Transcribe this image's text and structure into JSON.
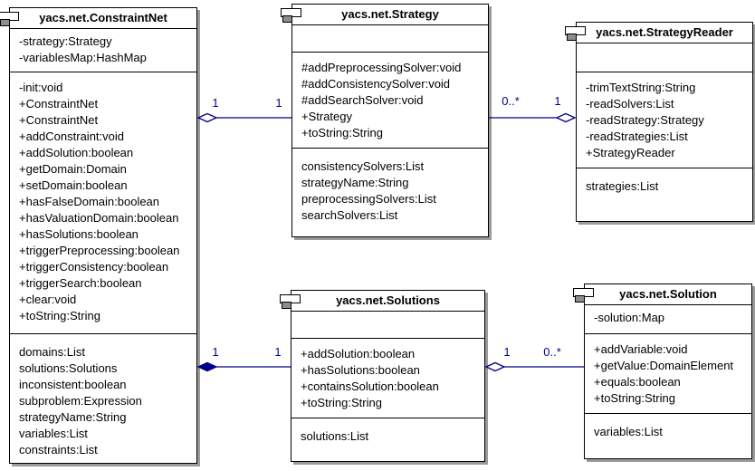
{
  "diagram": {
    "background": "#ffffff",
    "line_color": "#00008b",
    "shadow_color": "#9b9b9b",
    "classes": [
      {
        "title": "yacs.net.ConstraintNet",
        "attributes": [
          "-strategy:Strategy",
          "-variablesMap:HashMap"
        ],
        "methods": [
          "-init:void",
          "+ConstraintNet",
          "+ConstraintNet",
          "+addConstraint:void",
          "+addSolution:boolean",
          "+getDomain:Domain",
          "+setDomain:boolean",
          "+hasFalseDomain:boolean",
          "+hasValuationDomain:boolean",
          "+hasSolutions:boolean",
          "+triggerPreprocessing:boolean",
          "+triggerConsistency:boolean",
          "+triggerSearch:boolean",
          "+clear:void",
          "+toString:String"
        ],
        "properties": [
          "domains:List",
          "solutions:Solutions",
          "inconsistent:boolean",
          "subproblem:Expression",
          "strategyName:String",
          "variables:List",
          "constraints:List"
        ]
      },
      {
        "title": "yacs.net.Strategy",
        "attributes": [],
        "methods": [
          "#addPreprocessingSolver:void",
          "#addConsistencySolver:void",
          "#addSearchSolver:void",
          "+Strategy",
          "+toString:String"
        ],
        "properties": [
          "consistencySolvers:List",
          "strategyName:String",
          "preprocessingSolvers:List",
          "searchSolvers:List"
        ]
      },
      {
        "title": "yacs.net.StrategyReader",
        "attributes": [],
        "methods": [
          "-trimTextString:String",
          "-readSolvers:List",
          "-readStrategy:Strategy",
          "-readStrategies:List",
          "+StrategyReader"
        ],
        "properties": [
          "strategies:List"
        ]
      },
      {
        "title": "yacs.net.Solutions",
        "attributes": [],
        "methods": [
          "+addSolution:boolean",
          "+hasSolutions:boolean",
          "+containsSolution:boolean",
          "+toString:String"
        ],
        "properties": [
          "solutions:List"
        ]
      },
      {
        "title": "yacs.net.Solution",
        "attributes": [
          "-solution:Map"
        ],
        "methods": [
          "+addVariable:void",
          "+getValue:DomainElement",
          "+equals:boolean",
          "+toString:String"
        ],
        "properties": [
          "variables:List"
        ]
      }
    ],
    "associations": [
      {
        "type": "aggregation",
        "diamond_at": "ConstraintNet",
        "between": "ConstraintNet - Strategy",
        "left_label": "1",
        "right_label": "1"
      },
      {
        "type": "aggregation",
        "diamond_at": "StrategyReader",
        "between": "Strategy - StrategyReader",
        "left_label": "0..*",
        "right_label": "1"
      },
      {
        "type": "composition",
        "diamond_at": "ConstraintNet",
        "between": "ConstraintNet - Solutions",
        "left_label": "1",
        "right_label": "1"
      },
      {
        "type": "aggregation",
        "diamond_at": "Solutions",
        "between": "Solutions - Solution",
        "left_label": "1",
        "right_label": "0..*"
      }
    ]
  }
}
